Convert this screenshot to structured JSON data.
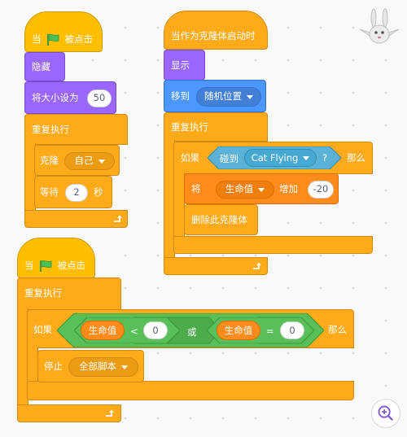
{
  "script1": {
    "hat_when": "当",
    "hat_clicked": "被点击",
    "hide": "隐藏",
    "set_size": "将大小设为",
    "size_value": "50",
    "forever": "重复执行",
    "clone": "克隆",
    "clone_target": "自己",
    "wait": "等待",
    "wait_value": "2",
    "wait_unit": "秒"
  },
  "script2": {
    "hat": "当作为克隆体启动时",
    "show": "显示",
    "goto": "移到",
    "goto_target": "随机位置",
    "forever": "重复执行",
    "if": "如果",
    "touching": "碰到",
    "touching_target": "Cat Flying",
    "question": "?",
    "then": "那么",
    "change_var_prefix": "将",
    "variable": "生命值",
    "change_by": "增加",
    "change_value": "-20",
    "delete_clone": "删除此克隆体"
  },
  "script3": {
    "hat_when": "当",
    "hat_clicked": "被点击",
    "forever": "重复执行",
    "if": "如果",
    "var_left": "生命值",
    "op_lt": "<",
    "lt_value": "0",
    "or": "或",
    "var_right": "生命值",
    "op_eq": "=",
    "eq_value": "0",
    "then": "那么",
    "stop": "停止",
    "stop_option": "全部脚本"
  },
  "colors": {
    "events": "#ffbf00",
    "control": "#ffab19",
    "looks": "#9966ff",
    "motion": "#4c97ff",
    "sensing": "#5cb1d6",
    "operators": "#59c059",
    "variables": "#ff8c1a",
    "flag": "#4cbf56"
  },
  "icons": {
    "flag": "green-flag-icon",
    "loop": "loop-arrow-icon",
    "zoom": "zoom-in-icon",
    "sprite": "bunny-sprite-icon"
  }
}
